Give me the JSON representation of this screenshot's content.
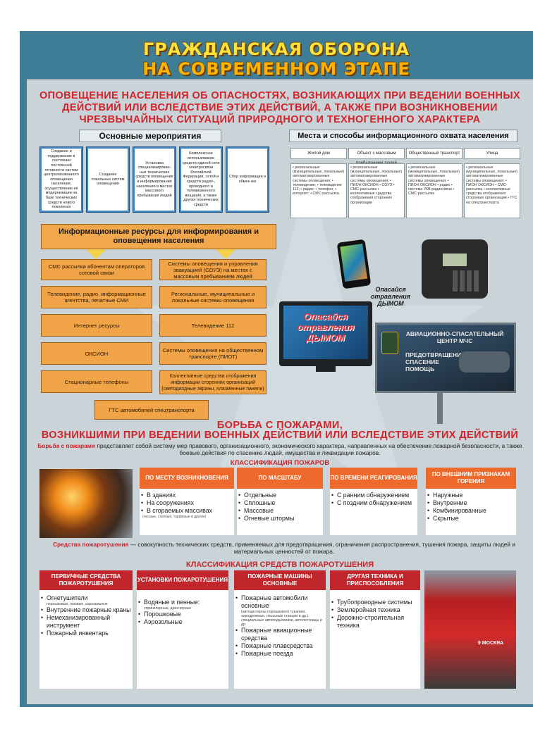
{
  "header": {
    "line1": "ГРАЖДАНСКАЯ ОБОРОНА",
    "line2": "НА СОВРЕМЕННОМ ЭТАПЕ"
  },
  "section1": {
    "heading": [
      "ОПОВЕЩЕНИЕ НАСЕЛЕНИЯ ОБ ОПАСНОСТЯХ, ВОЗНИКАЮЩИХ ПРИ ВЕДЕНИИ ВОЕННЫХ",
      "ДЕЙСТВИЙ  ИЛИ ВСЛЕДСТВИЕ ЭТИХ ДЕЙСТВИЙ, А ТАКЖЕ ПРИ ВОЗНИКНОВЕНИИ",
      "ЧРЕЗВЫЧАЙНЫХ СИТУАЦИЙ ПРИРОДНОГО И ТЕХНОГЕННОГО ХАРАКТЕРА"
    ],
    "main_measures_title": "Основные мероприятия",
    "measures": [
      "Создание и поддержание в состоянии постоянной готовности систем централизованного оповещения населения, осуществление её модернизации на базе технических средств нового поколения",
      "Создание локальных систем оповещения",
      "Установка специализирован-ных технических средств оповещения и информирования населения в местах массового пребывания людей",
      "Комплексное использование средств единой сети электросвязи Российской Федерации, сетей и средств радио-, проводного и телевизионного вещания, а также других технических средств",
      "Сбор информации и обмен ею"
    ],
    "places_title": "Места и способы информационного охвата населения",
    "places": [
      {
        "head": "Жилой дом",
        "body": "• региональные (муниципальные, локальные) автоматизированные системы оповещения; • телевидение; • телевидение 112; • радио; • телефон; • интернет; • СМС-рассылка"
      },
      {
        "head": "Объект с массовым пребыванием людей",
        "body": "• региональные (муниципальные, локальные) автоматизированные системы оповещения; • ПИОН ОКСИОН • СОУЭ • СМС-рассылка • коллективные средства отображения сторонних организации"
      },
      {
        "head": "Общественный транспорт",
        "body": "• региональные (муниципальные, локальные) автоматизированные системы оповещения; • ПИОН ОКСИОН • радио • система УКВ-радиосвязи • СМС-рассылка"
      },
      {
        "head": "Улица",
        "body": "• региональные (муниципальные, локальные) автоматизированные системы оповещения; • ПИОН ОКСИОН • СМС-рассылка • коллективные средства отображения сторонних организации • ГТС на спецтранспорта"
      }
    ],
    "info_resources_title": "Информационные ресурсы для информирования и оповещения населения",
    "resources_left": [
      "СМС рассылка абонентам операторов сотовой связи",
      "Телевидение, радио, информационные агентства, печатные СМИ",
      "Интернет ресурсы",
      "ОКСИОН",
      "Стационарные телефоны"
    ],
    "resources_right": [
      "Системы оповещения и управления эвакуацией (СОУЭ) на местах с массовым пребыванием людей",
      "Региональные, муниципальные и локальные системы оповещения",
      "Телевидение 112",
      "Системы оповещения на общественном транспорте (ПИОТ)",
      "Коллективные средства отображения информации сторонних организаций (светодиодные экраны, плазменные панели)"
    ],
    "resources_bottom": "ГТС автомобилей спецтранспорта",
    "phone_caption": "Опасайся отравления ДЫМОМ",
    "tv_caption": "Опасайся отравления ДЫМОМ",
    "billboard_title": "АВИАЦИОННО-СПАСАТЕЛЬНЫЙ ЦЕНТР МЧС",
    "billboard_sub": "ПРЕДОТВРАЩЕНИЕ СПАСЕНИЕ ПОМОЩЬ"
  },
  "section2": {
    "heading": [
      "БОРЬБА С ПОЖАРАМИ,",
      "ВОЗНИКШИМИ ПРИ ВЕДЕНИИ ВОЕННЫХ ДЕЙСТВИЙ ИЛИ ВСЛЕДСТВИЕ ЭТИХ ДЕЙСТВИЙ"
    ],
    "definition_term": "Борьба с пожарами",
    "definition_text": "представляет собой систему мер правового, организационного, экономического характера, направленных на обеспечение пожарной безопасности, а также боевые действия по спасению людей, имущества и ликвидации пожаров.",
    "classification_title": "КЛАССИФИКАЦИЯ ПОЖАРОВ",
    "cards": [
      {
        "head": "ПО МЕСТУ ВОЗНИКНОВЕНИЯ",
        "items": [
          "В зданиях",
          "На сооружениях",
          "В сгораемых массивах"
        ],
        "note": "(лесные, степные, торфяные и другие)"
      },
      {
        "head": "ПО МАСШТАБУ",
        "items": [
          "Отдельные",
          "Сплошные",
          "Массовые",
          "Огневые штормы"
        ],
        "note": ""
      },
      {
        "head": "ПО ВРЕМЕНИ РЕАГИРОВАНИЯ",
        "items": [
          "С ранним обнаружением",
          "С поздним обнаружением"
        ],
        "note": ""
      },
      {
        "head": "ПО ВНЕШНИМ ПРИЗНАКАМ ГОРЕНИЯ",
        "items": [
          "Наружные",
          "Внутренние",
          "Комбинированные",
          "Скрытые"
        ],
        "note": ""
      }
    ],
    "means_term": "Средства пожаротушения",
    "means_text": "— совокупность технических средств, применяемых для предотвращения, ограничения распространения, тушения пожара, защиты людей и материальных ценностей от пожара.",
    "means_class_title": "КЛАССИФИКАЦИЯ СРЕДСТВ ПОЖАРОТУШЕНИЯ",
    "ext_cards": [
      {
        "head": "ПЕРВИЧНЫЕ СРЕДСТВА ПОЖАРОТУШЕНИЯ",
        "items": [
          {
            "t": "Огнетушители",
            "s": "порошковые, газовые, аэрозольные"
          },
          {
            "t": "Внутренние пожарные краны",
            "s": ""
          },
          {
            "t": "Немеханизированный инструмент",
            "s": ""
          },
          {
            "t": "Пожарный инвентарь",
            "s": ""
          }
        ]
      },
      {
        "head": "УСТАНОВКИ ПОЖАРОТУШЕНИЯ",
        "items": [
          {
            "t": "Водяные и пенные:",
            "s": "спринклерные, дренчерные"
          },
          {
            "t": "Порошковые",
            "s": ""
          },
          {
            "t": "Аэрозольные",
            "s": ""
          }
        ]
      },
      {
        "head": "ПОЖАРНЫЕ МАШИНЫ ОСНОВНЫЕ",
        "items": [
          {
            "t": "Пожарные автомобили основные",
            "s": "(автоцистерны порошкового тушения, аэродромные, насосные станции и др.) специальные автоподъёмники, автолестницы и др."
          },
          {
            "t": "Пожарные авиационные средства",
            "s": ""
          },
          {
            "t": "Пожарные плавсредства",
            "s": ""
          },
          {
            "t": "Пожарные поезда",
            "s": ""
          }
        ]
      },
      {
        "head": "ДРУГАЯ ТЕХНИКА И ПРИСПОСОБЛЕНИЯ",
        "items": [
          {
            "t": "Трубопроводные системы",
            "s": ""
          },
          {
            "t": "Землеройная техника",
            "s": ""
          },
          {
            "t": "Дорожно-строительная техника",
            "s": ""
          }
        ]
      }
    ],
    "truck_label": "9 МОСКВА"
  },
  "colors": {
    "poster_bg": "#3f7c95",
    "panel_bg": "#c9d3d8",
    "accent_red": "#d2232a",
    "orange": "#f0a347",
    "card_orange": "#ee6a2c",
    "blue_card": "#3d88c6"
  }
}
